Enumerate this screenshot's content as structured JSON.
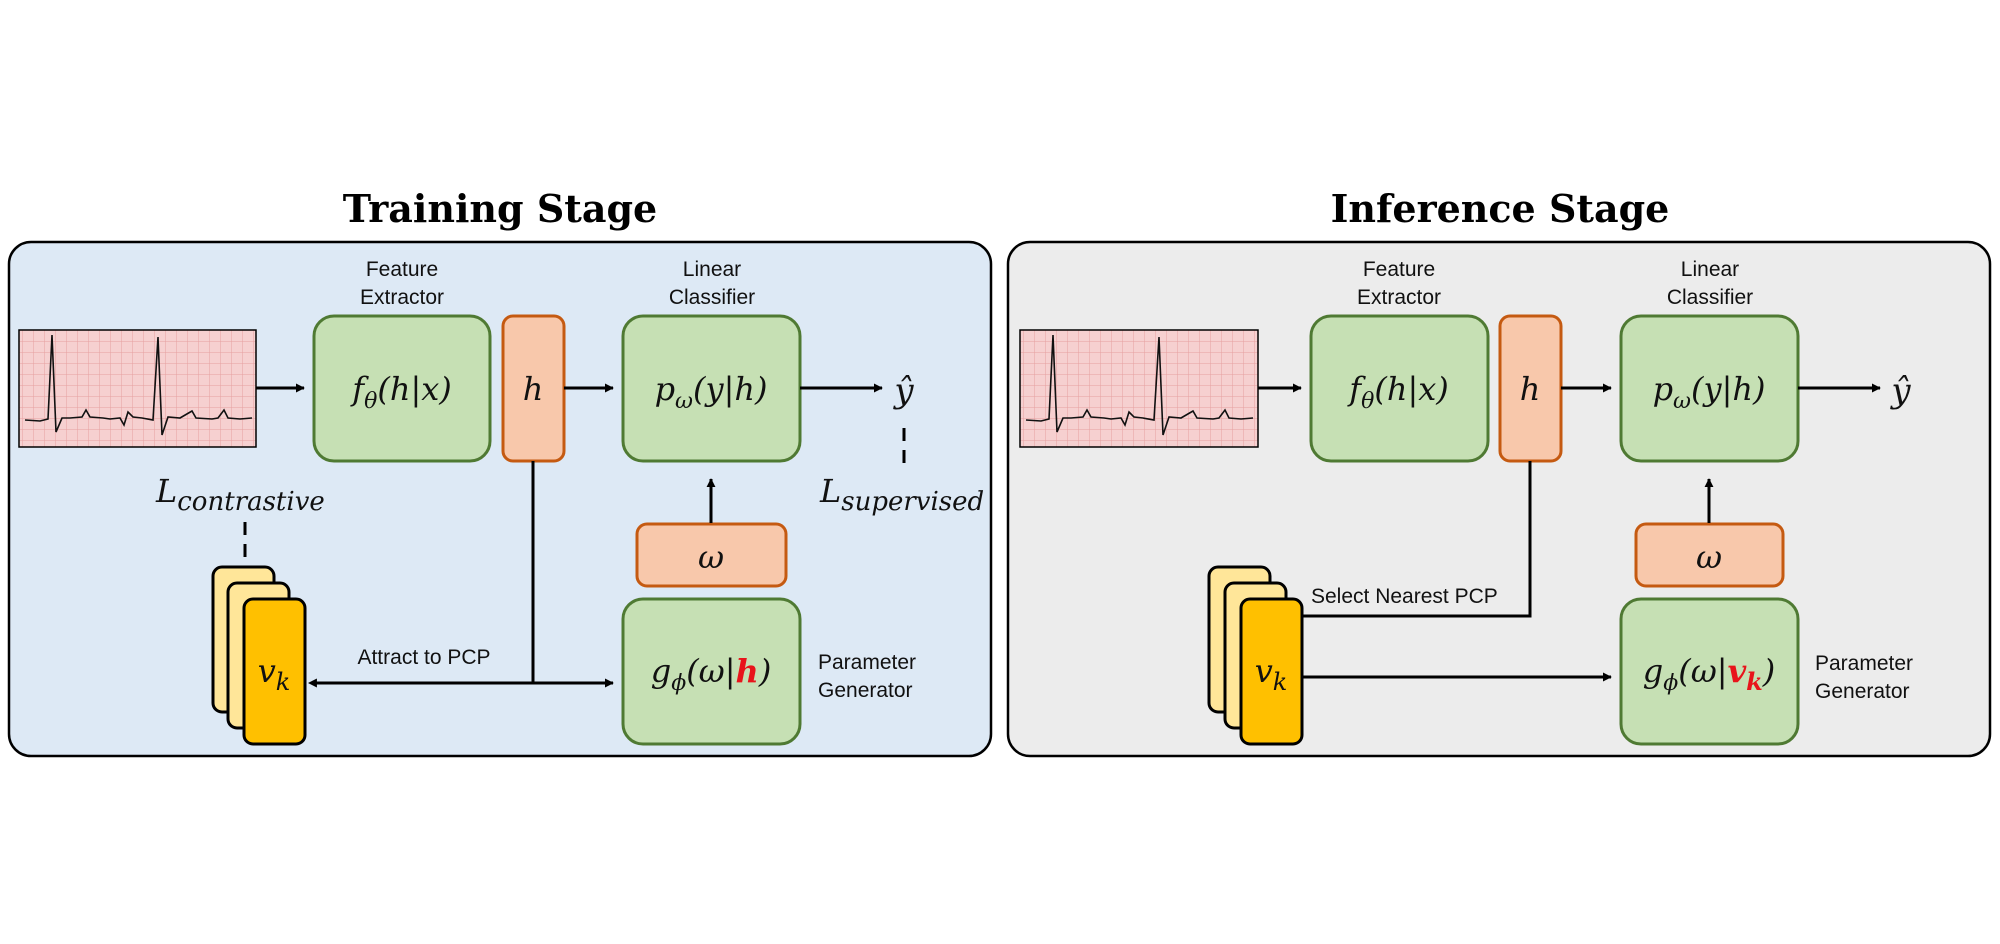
{
  "panels": {
    "training": {
      "title": "Training Stage",
      "feature_extractor_label": [
        "Feature",
        "Extractor"
      ],
      "linear_classifier_label": [
        "Linear",
        "Classifier"
      ],
      "parameter_generator_label": [
        "Parameter",
        "Generator"
      ],
      "attract_label": "Attract to PCP",
      "loss_contrastive": {
        "base": "L",
        "sub": "contrastive"
      },
      "loss_supervised": {
        "base": "L",
        "sub": "supervised"
      },
      "cond_var": "h"
    },
    "inference": {
      "title": "Inference Stage",
      "feature_extractor_label": [
        "Feature",
        "Extractor"
      ],
      "linear_classifier_label": [
        "Linear",
        "Classifier"
      ],
      "parameter_generator_label": [
        "Parameter",
        "Generator"
      ],
      "select_label": "Select Nearest PCP",
      "cond_var": {
        "base": "v",
        "sub": "k"
      }
    }
  },
  "math": {
    "f_theta": {
      "f": "f",
      "sub": "θ",
      "args": "(h|x)"
    },
    "h": "h",
    "p_omega": {
      "p": "p",
      "sub": "ω",
      "args": "(y|h)"
    },
    "y_hat": "ŷ",
    "omega": "ω",
    "g_phi": {
      "g": "g",
      "sub": "ϕ",
      "open": "(ω|",
      "close": ")"
    },
    "v_k": {
      "v": "v",
      "sub": "k"
    }
  },
  "colors": {
    "training_bg": "#dde9f5",
    "inference_bg": "#ececec",
    "green_box_fill": "#c6e0b4",
    "green_box_stroke": "#4f7a33",
    "orange_box_fill": "#f8c8ab",
    "orange_box_stroke": "#c55a11",
    "pcp_front": "#ffc000",
    "pcp_back": "#ffe699",
    "ecg_bg": "#f6d0d0",
    "ecg_grid": "#e6a0a0",
    "highlight": "#e8141b"
  }
}
